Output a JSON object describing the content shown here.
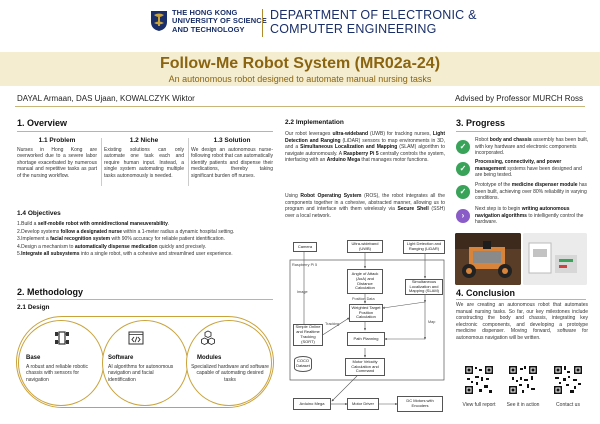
{
  "header": {
    "university_lines": [
      "THE HONG KONG",
      "UNIVERSITY OF SCIENCE",
      "AND TECHNOLOGY"
    ],
    "department_lines": [
      "DEPARTMENT OF ELECTRONIC &",
      "COMPUTER ENGINEERING"
    ]
  },
  "title": "Follow-Me Robot System (MR02a-24)",
  "subtitle": "An autonomous robot designed to automate manual nursing tasks",
  "authors": "DAYAL Armaan, DAS Ujaan, KOWALCZYK Wiktor",
  "advisor": "Advised by Professor MURCH Ross",
  "overview": {
    "heading": "1. Overview",
    "columns": [
      {
        "title": "1.1 Problem",
        "text": "Nurses in Hong Kong are overworked due to a severe labor shortage exacerbated by numerous manual and repetitive tasks as part of the nursing workflow."
      },
      {
        "title": "1.2 Niche",
        "text": "Existing solutions can only automate one task each and require human input. Instead, a single system automating multiple tasks autonomously is needed."
      },
      {
        "title": "1.3 Solution",
        "text": "We design an autonomous nurse-following robot that can automatically identify patients and dispense their medications, thereby taking significant burden off nurses."
      }
    ],
    "objectives_heading": "1.4 Objectives",
    "objectives": [
      {
        "pre": "1.Build a ",
        "bold": "self-mobile robot with omnidirectional maneuverability",
        "post": "."
      },
      {
        "pre": "2.Develop systems ",
        "bold": "follow a designated nurse",
        "post": " within a 1-meter radius a dynamic hospital setting."
      },
      {
        "pre": "3.Implement a ",
        "bold": "facial recognition system",
        "post": " with 90% accuracy for reliable patient identification."
      },
      {
        "pre": "4.Design a mechanism to ",
        "bold": "automatically dispense medication",
        "post": " quickly and precisely."
      },
      {
        "pre": "5.",
        "bold": "Integrate all subsystems",
        "post": " into a single robot, with a cohesive and streamlined user experience."
      }
    ]
  },
  "methodology": {
    "heading": "2. Methodology",
    "design_heading": "2.1 Design",
    "cards": [
      {
        "title": "Base",
        "text": "A robust and reliable robotic chassis with sensors for navigation",
        "icon": "chassis-icon"
      },
      {
        "title": "Software",
        "text": "AI algorithms for autonomous navigation and facial identification",
        "icon": "code-icon"
      },
      {
        "title": "Modules",
        "text": "Specialized hardware and software capable of automating desired tasks",
        "icon": "cubes-icon"
      }
    ]
  },
  "implementation": {
    "heading": "2.2 Implementation",
    "para1": {
      "a": "Our robot leverages ",
      "b1": "ultra-wideband",
      "c": " (UWB) for tracking nurses, ",
      "b2": "Light Detection and Ranging",
      "d": " (LiDAR) sensors to map environments in 3D, and a ",
      "b3": "Simultaneous Localization and Mapping",
      "e": " (SLAM) algorithm to navigate autonomously. A ",
      "b4": "Raspberry Pi 5",
      "f": " centrally controls the system, interfacing with an ",
      "b5": "Arduino Mega",
      "g": " that manages motor functions."
    },
    "para2": {
      "a": "Using ",
      "b1": "Robot Operating System",
      "c": " (ROS), the robot integrates all the components together in a cohesive, abstracted manner, allowing us to program and interface with them wirelessly via ",
      "b2": "Secure Shell",
      "d": " (SSH) over a local network."
    },
    "diagram": {
      "camera": "Camera",
      "uwb": "Ultra-wideband (UWB)",
      "lidar": "Light Detection and Ranging (LiDAR)",
      "rpi": "Raspberry Pi 5",
      "angle": "Angle of Attack (AoA) and Distance Calculation",
      "slam": "Simultaneous Localization and Mapping (SLAM)",
      "image": "Image",
      "position": "Position Data",
      "map": "Map",
      "weighted": "Weighted Target Position Calculation",
      "sort": "Simple Online and Realtime Tracking (SORT)",
      "tracking": "Tracking",
      "coco": "COCO Dataset",
      "path": "Path Planning",
      "motor_vel": "Motor Velocity Calculation and Command",
      "arduino": "Arduino Mega",
      "driver": "Motor Driver",
      "dc": "DC Motors with Encoders"
    }
  },
  "progress": {
    "heading": "3. Progress",
    "items": [
      {
        "pre": "Robot ",
        "bold": "body and chassis",
        "post": " assembly has been built, with key hardware and electronic components incorporated.",
        "status": "done"
      },
      {
        "pre": "",
        "bold": "Processing, connectivity, and power management",
        "post": " systems have been designed and are being tested.",
        "status": "done"
      },
      {
        "pre": "Prototype of the ",
        "bold": "medicine dispenser module",
        "post": " has been built, achieving over 80% reliability in varying conditions.",
        "status": "done"
      },
      {
        "pre": "Next step is to begin ",
        "bold": "writing autonomous navigation algorithms",
        "post": " to intelligently control the hardware.",
        "status": "next"
      }
    ],
    "colors": {
      "done": "#3aa35a",
      "next": "#8a5cc7"
    }
  },
  "conclusion": {
    "heading": "4. Conclusion",
    "text": "We are creating an autonomous robot that automates manual nursing tasks. So far, our key milestones include constructing the body and chassis, integrating key electronic components, and developing a prototype medicine dispenser. Moving forward, software for autonomous navigation will be written."
  },
  "qr_labels": [
    "View full report",
    "See it in action",
    "Contact us"
  ],
  "colors": {
    "gold": "#c9a23a",
    "title": "#8a6410",
    "navy": "#1a2f6a",
    "banner": "#f4edcf"
  }
}
